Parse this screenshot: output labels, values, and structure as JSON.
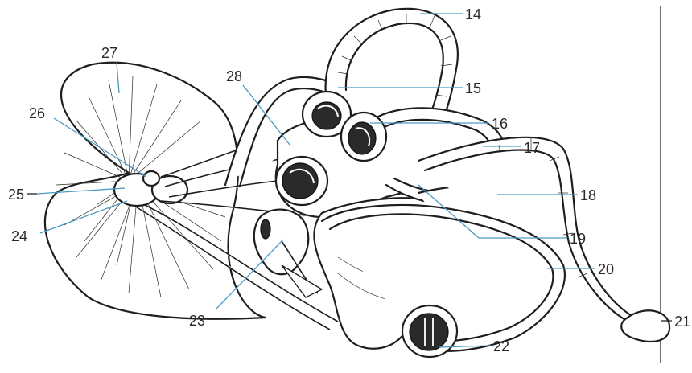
{
  "labels": {
    "l14": "14",
    "l15": "15",
    "l16": "16",
    "l17": "17",
    "l18": "18",
    "l19": "19",
    "l20": "20",
    "l21": "21",
    "l22": "22",
    "l23": "23",
    "l24": "24",
    "l25": "25",
    "l26": "26",
    "l27": "27",
    "l28": "28"
  }
}
